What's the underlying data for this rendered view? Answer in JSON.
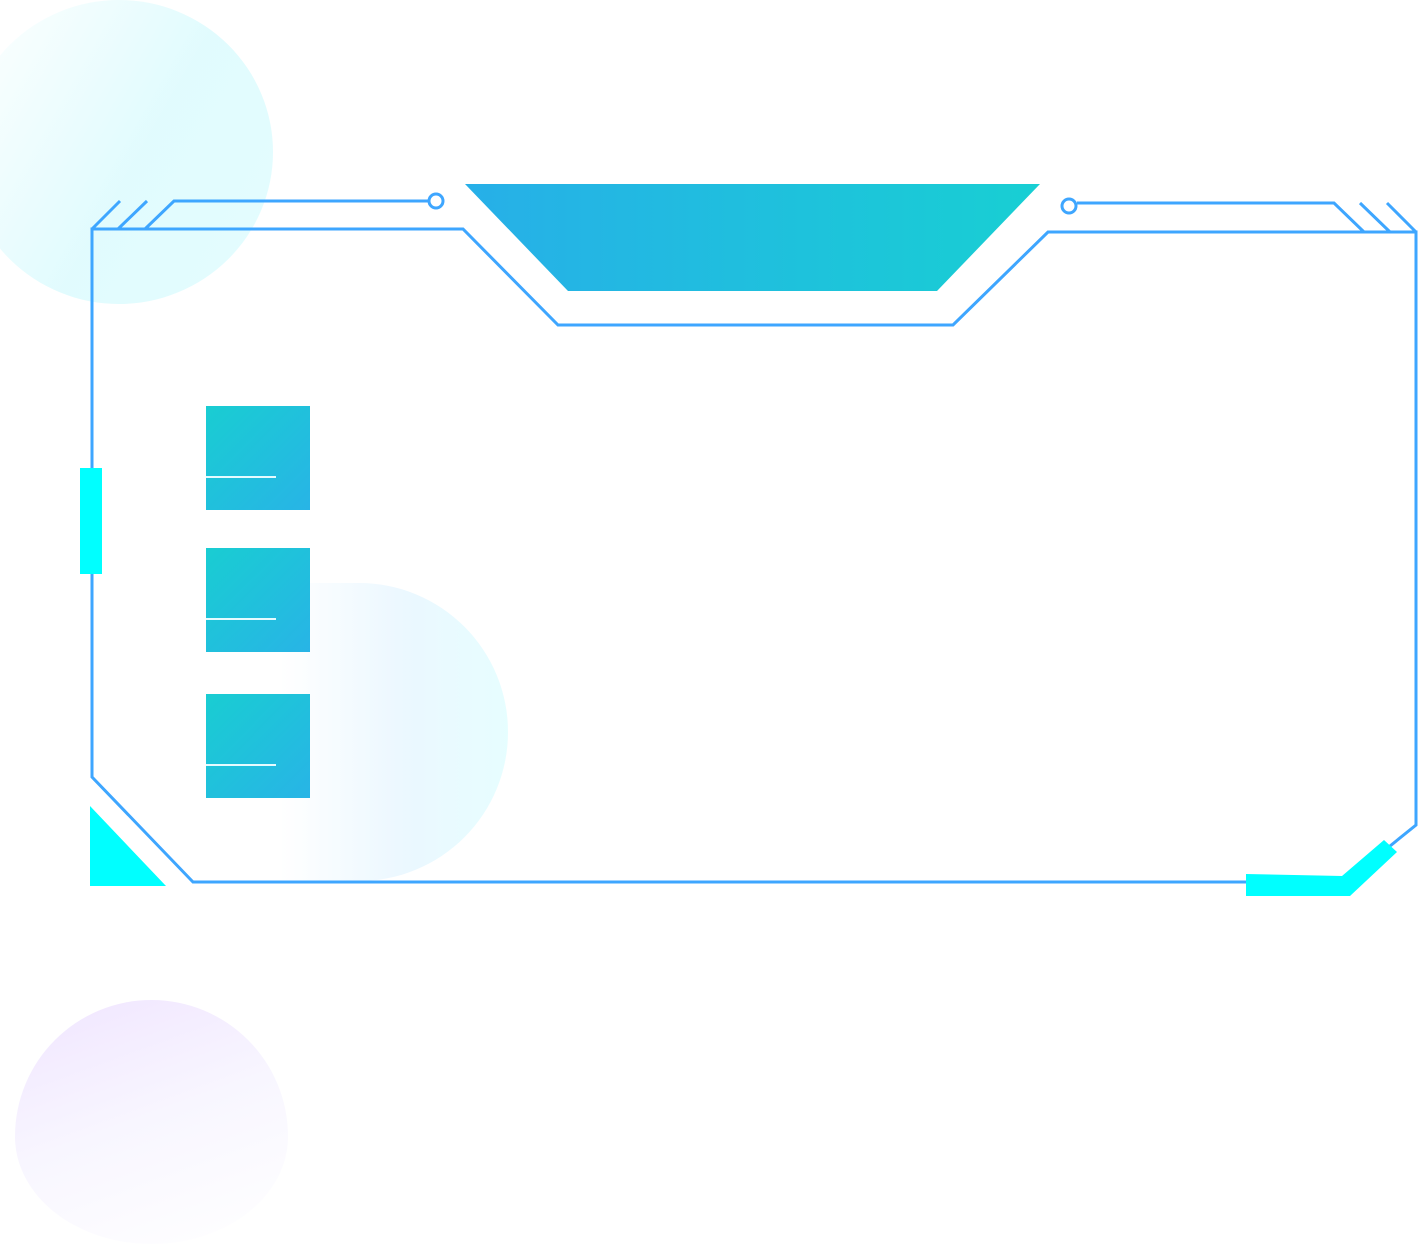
{
  "palette": {
    "frame_line": "#3ea6ff",
    "accent_cyan": "#00ffff",
    "header_gradient_start": "#27afe8",
    "header_gradient_end": "#18cfd3",
    "tile_gradient_start": "#19cdd2",
    "tile_gradient_end": "#28b4e6",
    "background": "#ffffff"
  },
  "frame": {
    "header_tab": {
      "label": ""
    },
    "tiles": [
      {
        "label": "",
        "icon": "cyan-tile"
      },
      {
        "label": "",
        "icon": "cyan-tile"
      },
      {
        "label": "",
        "icon": "cyan-tile"
      }
    ]
  }
}
